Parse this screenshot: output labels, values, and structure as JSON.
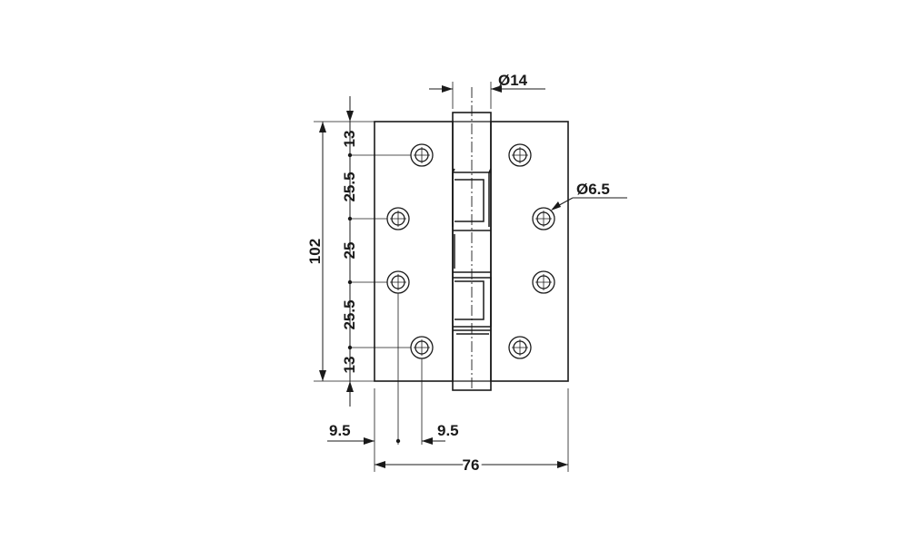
{
  "diagram": {
    "dimensions": {
      "pin_diameter": "Ø14",
      "hole_diameter": "Ø6.5",
      "total_height": "102",
      "top_margin": "13",
      "upper_spacing": "25.5",
      "middle_spacing": "25",
      "lower_spacing": "25.5",
      "bottom_margin": "13",
      "left_hole_offset": "9.5",
      "inner_hole_offset": "9.5",
      "total_width": "76"
    },
    "colors": {
      "line": "#1a1a1a",
      "background": "#ffffff"
    }
  }
}
